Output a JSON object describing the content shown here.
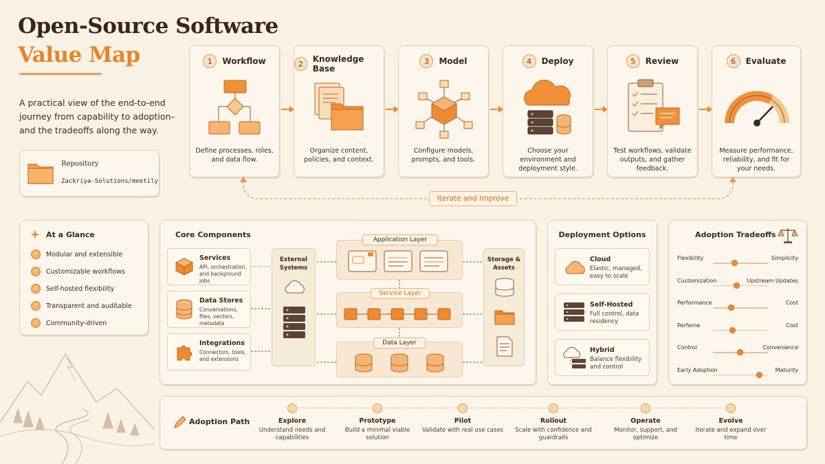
{
  "title": {
    "line1": "Open-Source Software",
    "line2": "Value Map",
    "subtitle": "A practical view of the end-to-end journey from capability to adoption–and the tradeoffs along the way."
  },
  "repository": {
    "label": "Repository",
    "name": "Zackriya-Solutions/meetily"
  },
  "steps": [
    {
      "num": "1",
      "title": "Workflow",
      "desc": "Define processes, roles, and data flow."
    },
    {
      "num": "2",
      "title": "Knowledge Base",
      "desc": "Organize content, policies, and context."
    },
    {
      "num": "3",
      "title": "Model",
      "desc": "Configure models, prompts, and tools."
    },
    {
      "num": "4",
      "title": "Deploy",
      "desc": "Choose your environment and deployment style."
    },
    {
      "num": "5",
      "title": "Review",
      "desc": "Test workflows, validate outputs, and gather feedback."
    },
    {
      "num": "6",
      "title": "Evaluate",
      "desc": "Measure performance, reliability, and fit for your needs."
    }
  ],
  "iterate_label": "Iterate and Improve",
  "glance": {
    "title": "At a Glance",
    "items": [
      "Modular and extensible",
      "Customizable workflows",
      "Self-hosted flexibility",
      "Transparent and auditable",
      "Community-driven"
    ]
  },
  "core": {
    "title": "Core Components",
    "components": [
      {
        "title": "Services",
        "desc": "API, orchestration, and background jobs"
      },
      {
        "title": "Data Stores",
        "desc": "Conversations, files, vectors, metadata"
      },
      {
        "title": "Integrations",
        "desc": "Connectors, tools, and extensions"
      }
    ],
    "external": "External Systems",
    "storage": "Storage & Assets",
    "layers": [
      "Application Layer",
      "Service Layer",
      "Data Layer"
    ]
  },
  "deployment": {
    "title": "Deployment Options",
    "options": [
      {
        "title": "Cloud",
        "desc": "Elastic, managed, easy to scale"
      },
      {
        "title": "Self-Hosted",
        "desc": "Full control, data residency"
      },
      {
        "title": "Hybrid",
        "desc": "Balance flexibility and control"
      }
    ]
  },
  "tradeoffs": {
    "title": "Adoption Tradeoffs",
    "rows": [
      {
        "left": "Flexibility",
        "right": "Simplicity",
        "value": 0.38
      },
      {
        "left": "Customization",
        "right": "Upstream Updates",
        "value": 0.42
      },
      {
        "left": "Performance",
        "right": "Cost",
        "value": 0.32
      },
      {
        "left": "Perfeme",
        "right": "Cost",
        "value": 0.35
      },
      {
        "left": "Control",
        "right": "Convenience",
        "value": 0.48
      },
      {
        "left": "Early Adoption",
        "right": "Maturity",
        "value": 0.82
      }
    ]
  },
  "adoption_path": {
    "title": "Adoption Path",
    "steps": [
      {
        "title": "Explore",
        "desc": "Understand needs and capabilities"
      },
      {
        "title": "Prototype",
        "desc": "Build a minimal viable solution"
      },
      {
        "title": "Pilot",
        "desc": "Validate with real use cases"
      },
      {
        "title": "Rollout",
        "desc": "Scale with confidence and guardrails"
      },
      {
        "title": "Operate",
        "desc": "Monitor, support, and optimize"
      },
      {
        "title": "Evolve",
        "desc": "Iterate and expand over time"
      }
    ]
  }
}
